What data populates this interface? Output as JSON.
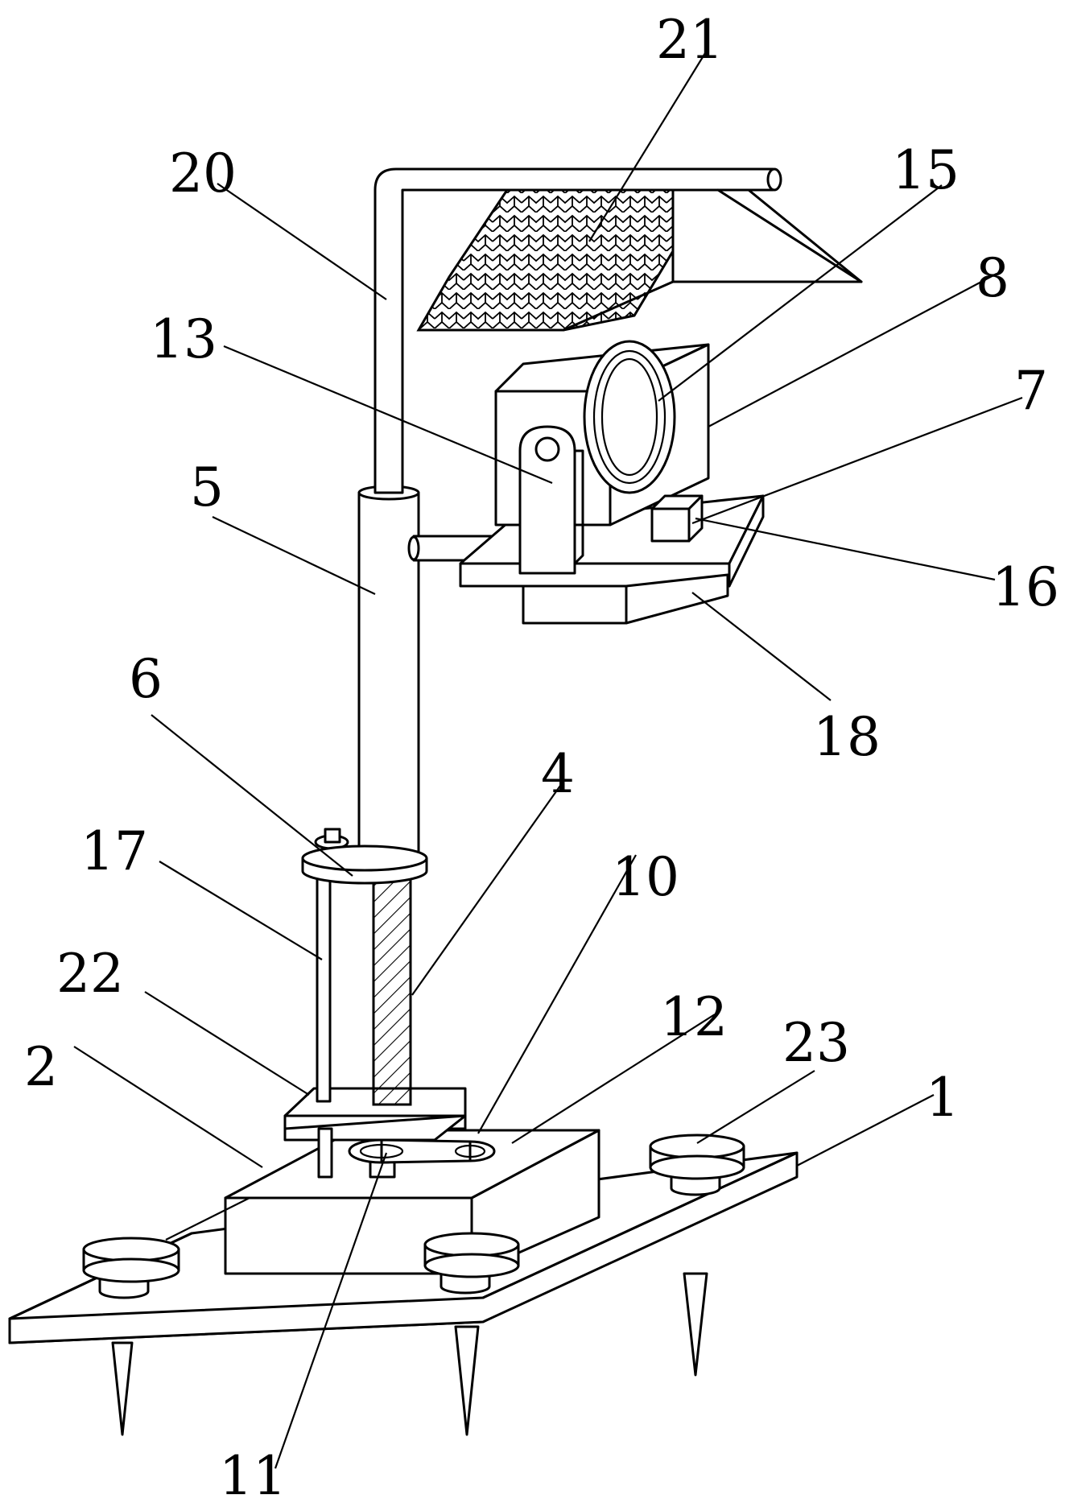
{
  "figure": {
    "labels": [
      {
        "id": "1",
        "text": "1"
      },
      {
        "id": "2",
        "text": "2"
      },
      {
        "id": "4",
        "text": "4"
      },
      {
        "id": "5",
        "text": "5"
      },
      {
        "id": "6",
        "text": "6"
      },
      {
        "id": "7",
        "text": "7"
      },
      {
        "id": "8",
        "text": "8"
      },
      {
        "id": "10",
        "text": "10"
      },
      {
        "id": "11",
        "text": "11"
      },
      {
        "id": "12",
        "text": "12"
      },
      {
        "id": "13",
        "text": "13"
      },
      {
        "id": "15",
        "text": "15"
      },
      {
        "id": "16",
        "text": "16"
      },
      {
        "id": "17",
        "text": "17"
      },
      {
        "id": "18",
        "text": "18"
      },
      {
        "id": "20",
        "text": "20"
      },
      {
        "id": "21",
        "text": "21"
      },
      {
        "id": "22",
        "text": "22"
      },
      {
        "id": "23",
        "text": "23"
      }
    ],
    "colors": {
      "stroke": "#000000",
      "background": "#ffffff"
    }
  }
}
